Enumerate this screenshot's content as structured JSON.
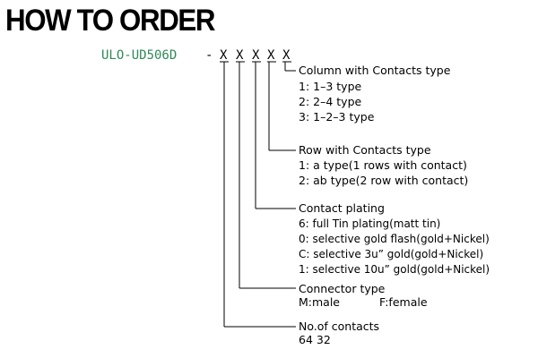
{
  "title": "HOW TO ORDER",
  "part": {
    "code": "ULO-UD506D",
    "separator": "-",
    "positions": [
      "X",
      "X",
      "X",
      "X",
      "X"
    ]
  },
  "options": [
    {
      "heading": "Column with Contacts type",
      "lines": [
        "1: 1–3 type",
        "2: 2–4 type",
        "3: 1–2–3 type"
      ]
    },
    {
      "heading": "Row with Contacts type",
      "lines": [
        "1: a type(1 rows with contact)",
        "2: ab type(2 row with contact)"
      ]
    },
    {
      "heading": "Contact plating",
      "lines": [
        "6: full Tin plating(matt tin)",
        "0: selective gold flash(gold+Nickel)",
        "C: selective 3u” gold(gold+Nickel)",
        "1: selective 10u” gold(gold+Nickel)"
      ]
    },
    {
      "heading": "Connector type",
      "lines": [
        "M:male",
        "F:female"
      ]
    },
    {
      "heading": "No.of contacts",
      "lines": [
        "64 32"
      ]
    }
  ]
}
